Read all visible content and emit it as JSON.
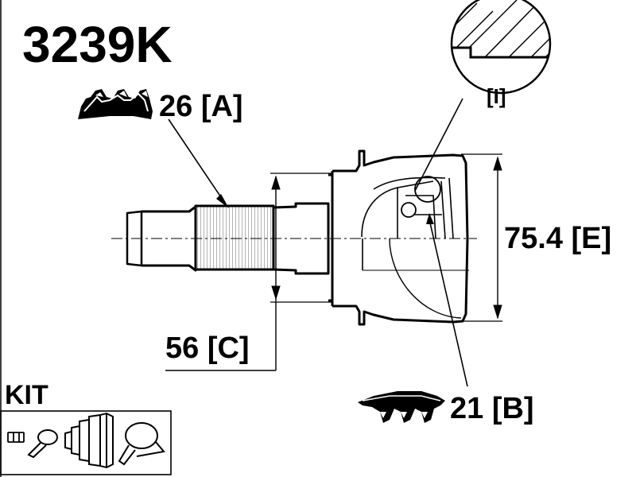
{
  "part_number": "3239K",
  "labels": {
    "outer_spline": "26 [A]",
    "inner_spline": "21 [B]",
    "seal_diameter": "56 [C]",
    "outer_diameter": "75.4 [E]",
    "detail": "[I]",
    "kit": "KIT"
  },
  "icons": {
    "outer_spline": "spline-teeth-icon",
    "inner_spline": "spline-teeth-icon",
    "kit_nut": "nut-icon",
    "kit_clamp_small": "clamp-icon",
    "kit_boot": "boot-icon",
    "kit_clamp_large": "clamp-icon"
  }
}
